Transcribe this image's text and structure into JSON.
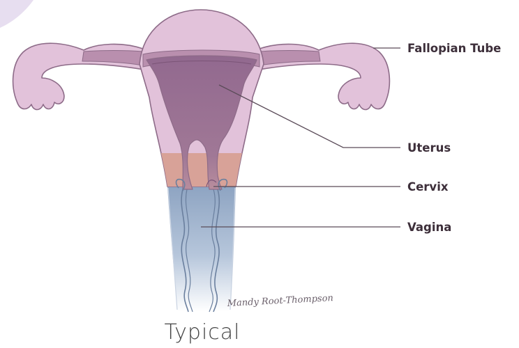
{
  "labels": {
    "fallopian_tube": "Fallopian Tube",
    "uterus": "Uterus",
    "cervix": "Cervix",
    "vagina": "Vagina"
  },
  "caption": "Typical",
  "signature": "Mandy Root-Thompson",
  "colors": {
    "outer_tissue": "#e2c2da",
    "outline": "#8d6b88",
    "uterine_cavity": "#92698f",
    "cervix_band": "#d8a298",
    "vagina_top": "#8ea4c2",
    "vagina_bottom": "#ffffff",
    "corner_shape": "#e7def0",
    "label_text": "#3d2f3a"
  }
}
